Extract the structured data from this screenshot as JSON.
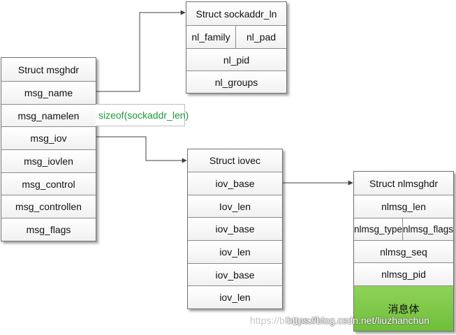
{
  "sockaddr_nl": {
    "title": "Struct sockaddr_ln",
    "nl_family": "nl_family",
    "nl_pad": "nl_pad",
    "nl_pid": "nl_pid",
    "nl_groups": "nl_groups"
  },
  "msghdr": {
    "title": "Struct msghdr",
    "fields": [
      "msg_name",
      "msg_namelen",
      "msg_iov",
      "msg_iovlen",
      "msg_control",
      "msg_controllen",
      "msg_flags"
    ]
  },
  "namelen_note": "sizeof(sockaddr_len)",
  "iovec": {
    "title": "Struct iovec",
    "fields": [
      "iov_base",
      "Iov_len",
      "iov_base",
      "iov_len",
      "iov_base",
      "iov_len"
    ]
  },
  "nlmsghdr": {
    "title": "Struct nlmsghdr",
    "nlmsg_len": "nlmsg_len",
    "nlmsg_type": "nlmsg_type",
    "nlmsg_flags": "nlmsg_flags",
    "nlmsg_seq": "nlmsg_seq",
    "nlmsg_pid": "nlmsg_pid",
    "payload": "消息体"
  },
  "watermark": {
    "faint": "https://blog.csdn.n",
    "main": "https://blog.csdn.net/liuzhanchun"
  },
  "colors": {
    "payload": "#7cc84a",
    "note_text": "#1c9a3a"
  }
}
